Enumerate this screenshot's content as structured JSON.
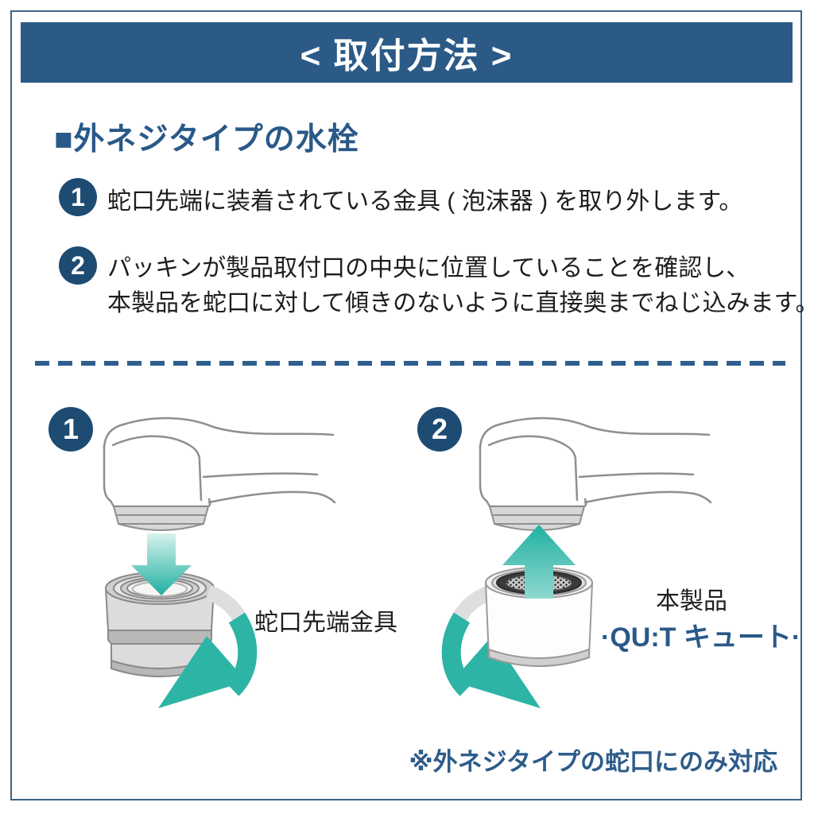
{
  "colors": {
    "navy_bar": "#2b5a87",
    "navy_badge": "#1d4b72",
    "navy_text": "#295988",
    "teal_arrow": "#2db4a4",
    "teal_arrow_light": "#d8f2ee",
    "outline_gray": "#8f8f8f",
    "metal_gray": "#d7d7d7",
    "text_black": "#1d1d1d",
    "background": "#ffffff"
  },
  "header": {
    "title": "< 取付方法 >"
  },
  "section_heading": "■外ネジタイプの水栓",
  "steps": [
    {
      "number": "1",
      "lines": [
        "蛇口先端に装着されている金具 ( 泡沫器 ) を取り外します。"
      ]
    },
    {
      "number": "2",
      "lines": [
        "パッキンが製品取付口の中央に位置していることを確認し、",
        "本製品を蛇口に対して傾きのないように直接奥までねじ込みます。"
      ]
    }
  ],
  "figures": {
    "step1": {
      "number": "1",
      "caption": "蛇口先端金具"
    },
    "step2": {
      "number": "2",
      "caption_title": "本製品",
      "caption_product": "·QU:T キュート·"
    }
  },
  "footnote": "※外ネジタイプの蛇口にのみ対応"
}
